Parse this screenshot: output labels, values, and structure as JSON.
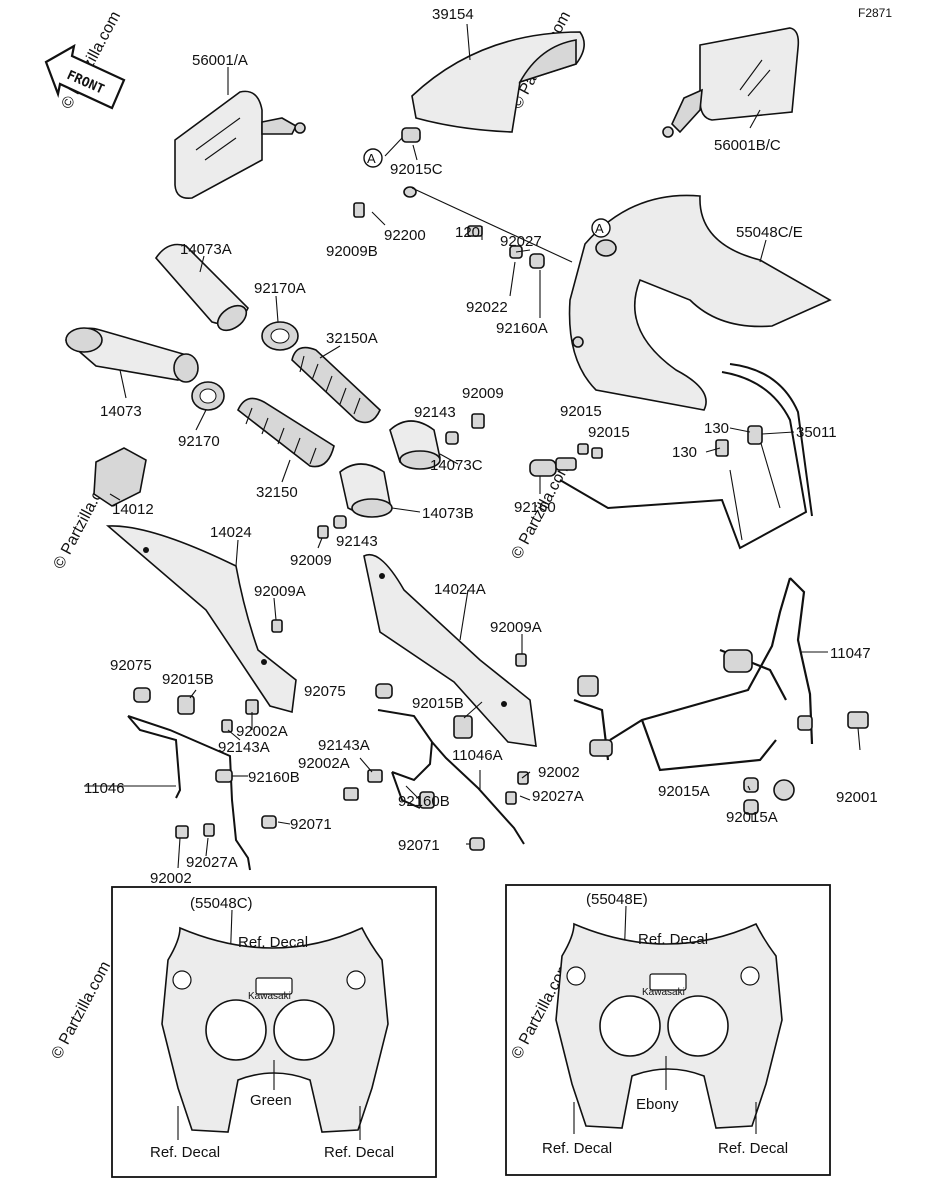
{
  "page_code": "F2871",
  "front_arrow_label": "FRONT",
  "watermarks": [
    "© Partzilla.com"
  ],
  "labels": {
    "p39154": "39154",
    "p56001a": "56001/A",
    "p56001bc": "56001B/C",
    "p92015c": "92015C",
    "a_marker_1": "A",
    "a_marker_2": "A",
    "p92200": "92200",
    "p92009b": "92009B",
    "p120": "120",
    "p92027": "92027",
    "p55048ce": "55048C/E",
    "p14073a": "14073A",
    "p92170a": "92170A",
    "p92022": "92022",
    "p92160a": "92160A",
    "p32150a": "32150A",
    "p14073": "14073",
    "p92009": "92009",
    "p92143": "92143",
    "p92015_1": "92015",
    "p92015_2": "92015",
    "p130_1": "130",
    "p130_2": "130",
    "p35011": "35011",
    "p92170": "92170",
    "p14073c": "14073C",
    "p32150": "32150",
    "p14012": "14012",
    "p14073b": "14073B",
    "p92160": "92160",
    "p14024": "14024",
    "p92009_2": "92009",
    "p92143_2": "92143",
    "p14024a": "14024A",
    "p92009a_1": "92009A",
    "p92009a_2": "92009A",
    "p11047": "11047",
    "p92075_1": "92075",
    "p92015b_1": "92015B",
    "p92002a_1": "92002A",
    "p92143a_1": "92143A",
    "p92075_2": "92075",
    "p92015b_2": "92015B",
    "p92143a_2": "92143A",
    "p11046a": "11046A",
    "p92001": "92001",
    "p11046": "11046",
    "p92160b_1": "92160B",
    "p92002a_2": "92002A",
    "p92002_1": "92002",
    "p92015a_1": "92015A",
    "p92027a_1": "92027A",
    "p92160b_2": "92160B",
    "p92071_1": "92071",
    "p92015a_2": "92015A",
    "p92027a_2": "92027A",
    "p92071_2": "92071",
    "p92002_2": "92002"
  },
  "inset_left": {
    "title": "(55048C)",
    "ref_decal_top": "Ref. Decal",
    "brand": "Kawasaki",
    "color": "Green",
    "ref_decal_left": "Ref. Decal",
    "ref_decal_right": "Ref. Decal"
  },
  "inset_right": {
    "title": "(55048E)",
    "ref_decal_top": "Ref. Decal",
    "brand": "Kawasaki",
    "color": "Ebony",
    "ref_decal_left": "Ref. Decal",
    "ref_decal_right": "Ref. Decal"
  }
}
